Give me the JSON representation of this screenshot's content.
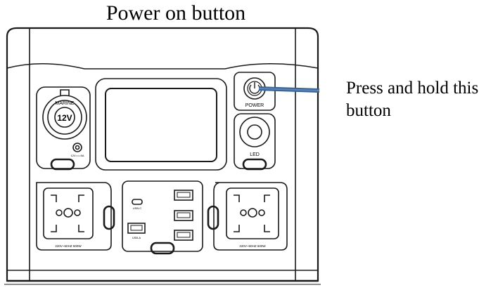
{
  "title": "Power on button",
  "callout": {
    "line1": "Press and hold this",
    "line2": "button"
  },
  "device": {
    "power_label": "POWER",
    "led_label": "LED",
    "car_socket_text": "12V",
    "car_socket_brand": "MARINE",
    "dc_label": "12V===5A",
    "usb_c_label": "USB-C",
    "usb_a_label": "USB-A",
    "ac_label_left": "220V~50HZ 500W",
    "ac_label_right": "220V~50HZ 500W"
  },
  "colors": {
    "arrow": "#3b6495",
    "line": "#1a1a1a"
  }
}
